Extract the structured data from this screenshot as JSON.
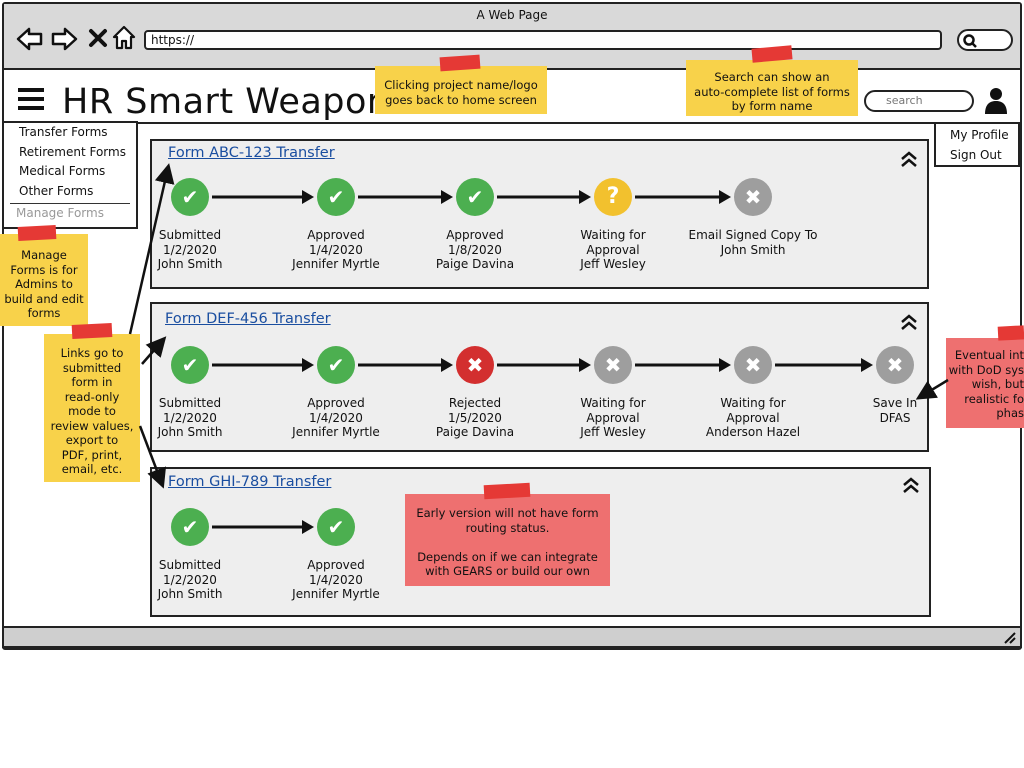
{
  "browser": {
    "window_title": "A Web Page",
    "url": "https://"
  },
  "header": {
    "app_title": "HR Smart Weapon",
    "search_placeholder": "search"
  },
  "left_menu": {
    "items": [
      "Transfer Forms",
      "Retirement Forms",
      "Medical Forms",
      "Other Forms"
    ],
    "admin_item": "Manage Forms"
  },
  "profile_menu": {
    "items": [
      "My Profile",
      "Sign Out"
    ]
  },
  "forms": [
    {
      "title": "Form ABC-123 Transfer",
      "steps": [
        {
          "status": "approved",
          "lines": [
            "Submitted",
            "1/2/2020",
            "John Smith"
          ]
        },
        {
          "status": "approved",
          "lines": [
            "Approved",
            "1/4/2020",
            "Jennifer Myrtle"
          ]
        },
        {
          "status": "approved",
          "lines": [
            "Approved",
            "1/8/2020",
            "Paige Davina"
          ]
        },
        {
          "status": "pending",
          "lines": [
            "Waiting for",
            "Approval",
            "Jeff Wesley"
          ]
        },
        {
          "status": "not-started",
          "lines": [
            "Email Signed Copy To",
            "John Smith"
          ]
        }
      ]
    },
    {
      "title": "Form DEF-456 Transfer",
      "steps": [
        {
          "status": "approved",
          "lines": [
            "Submitted",
            "1/2/2020",
            "John Smith"
          ]
        },
        {
          "status": "approved",
          "lines": [
            "Approved",
            "1/4/2020",
            "Jennifer Myrtle"
          ]
        },
        {
          "status": "rejected",
          "lines": [
            "Rejected",
            "1/5/2020",
            "Paige Davina"
          ]
        },
        {
          "status": "not-started",
          "lines": [
            "Waiting for",
            "Approval",
            "Jeff Wesley"
          ]
        },
        {
          "status": "not-started",
          "lines": [
            "Waiting for",
            "Approval",
            "Anderson Hazel"
          ]
        },
        {
          "status": "not-started",
          "lines": [
            "Save In",
            "DFAS"
          ]
        }
      ]
    },
    {
      "title": "Form GHI-789 Transfer",
      "steps": [
        {
          "status": "approved",
          "lines": [
            "Submitted",
            "1/2/2020",
            "John Smith"
          ]
        },
        {
          "status": "approved",
          "lines": [
            "Approved",
            "1/4/2020",
            "Jennifer Myrtle"
          ]
        }
      ]
    }
  ],
  "notes": {
    "logo_note": [
      "Clicking project name/logo",
      "goes back to home screen"
    ],
    "search_note": [
      "Search can show an",
      "auto-complete list of forms",
      "by form name"
    ],
    "manage_note": [
      "Manage",
      "Forms is for",
      "Admins to",
      "build and edit",
      "forms"
    ],
    "links_note": [
      "Links go to",
      "submitted",
      "form in",
      "read-only",
      "mode to",
      "review values,",
      "export to",
      "PDF, print,",
      "email, etc."
    ],
    "routing_note": [
      "Early version will not have form",
      "routing status.",
      "",
      "Depends on if we can integrate",
      "with GEARS or build our own"
    ],
    "dod_note": [
      "Eventual int",
      "with DoD sys",
      "wish, but",
      "realistic fo",
      "phas"
    ]
  },
  "colors": {
    "approved": "#4caf50",
    "rejected": "#d32f2f",
    "pending": "#f2c12e",
    "not_started": "#9e9e9e",
    "sticky_yellow": "#f8d24a",
    "sticky_red": "#ee7070",
    "link": "#1a4ea0"
  },
  "icons": {
    "approved": "check-icon",
    "rejected": "x-icon",
    "pending": "question-icon",
    "not_started": "x-icon"
  }
}
